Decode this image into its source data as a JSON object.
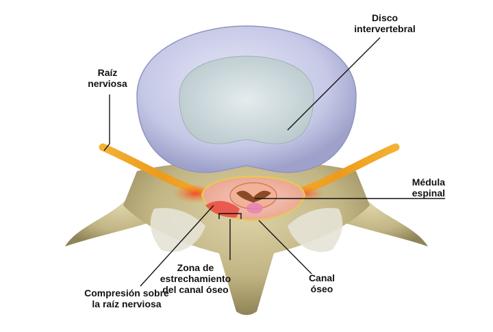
{
  "labels": {
    "disc": [
      "Disco",
      "intervertebral"
    ],
    "nerve_root": [
      "Raíz",
      "nerviosa"
    ],
    "spinal_cord": [
      "Médula",
      "espinal"
    ],
    "narrowing": [
      "Zona de",
      "estrechamiento",
      "del canal óseo"
    ],
    "canal": [
      "Canal",
      "óseo"
    ],
    "compression": [
      "Compresión sobre",
      "la raíz nerviosa"
    ]
  },
  "colors": {
    "disc_annulus": "#c9cbe8",
    "disc_nucleus": "#cfdadb",
    "bone": "#c7bb8a",
    "nerve": "#f0a020",
    "inflamed": "#ee5a3c",
    "line": "#111111"
  }
}
